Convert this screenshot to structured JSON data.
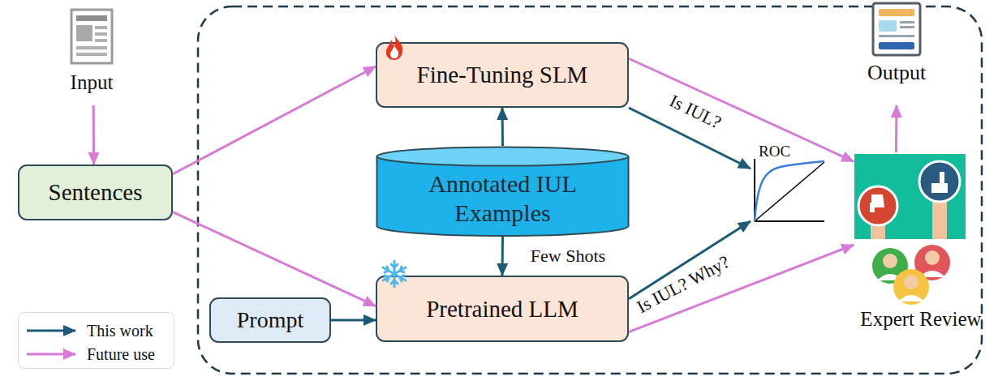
{
  "diagram": {
    "nodes": [
      {
        "text": [
          "Input"
        ]
      },
      {
        "text": [
          "Sentences"
        ]
      },
      {
        "text": [
          "Fine-Tuning SLM"
        ]
      },
      {
        "text": [
          "Annotated IUL Examples"
        ]
      },
      {
        "text": [
          "Prompt"
        ]
      },
      {
        "text": [
          "Pretrained LLM"
        ]
      },
      {
        "text": [
          "ROC"
        ]
      },
      {
        "text": [
          "Output"
        ]
      },
      {
        "text": [
          "Expert Review"
        ]
      }
    ],
    "edges": [
      {
        "from": 0,
        "to": 1,
        "arrow": "to"
      },
      {
        "from": 1,
        "to": 2,
        "arrow": "to"
      },
      {
        "from": 1,
        "to": 5,
        "arrow": "to"
      },
      {
        "from": 3,
        "to": 2,
        "arrow": "to"
      },
      {
        "from": 3,
        "to": 5,
        "label": "Few Shots",
        "arrow": "to"
      },
      {
        "from": 4,
        "to": 5,
        "arrow": "to"
      },
      {
        "from": 2,
        "to": 6,
        "label": "Is IUL?",
        "arrow": "to"
      },
      {
        "from": 5,
        "to": 6,
        "arrow": "to"
      },
      {
        "from": 2,
        "to": 8,
        "arrow": "to"
      },
      {
        "from": 5,
        "to": 8,
        "label": "Is IUL? Why?",
        "arrow": "to"
      },
      {
        "from": 8,
        "to": 7,
        "arrow": "to"
      }
    ],
    "legend": [
      {
        "text": "This work"
      },
      {
        "text": "Future use"
      }
    ]
  }
}
